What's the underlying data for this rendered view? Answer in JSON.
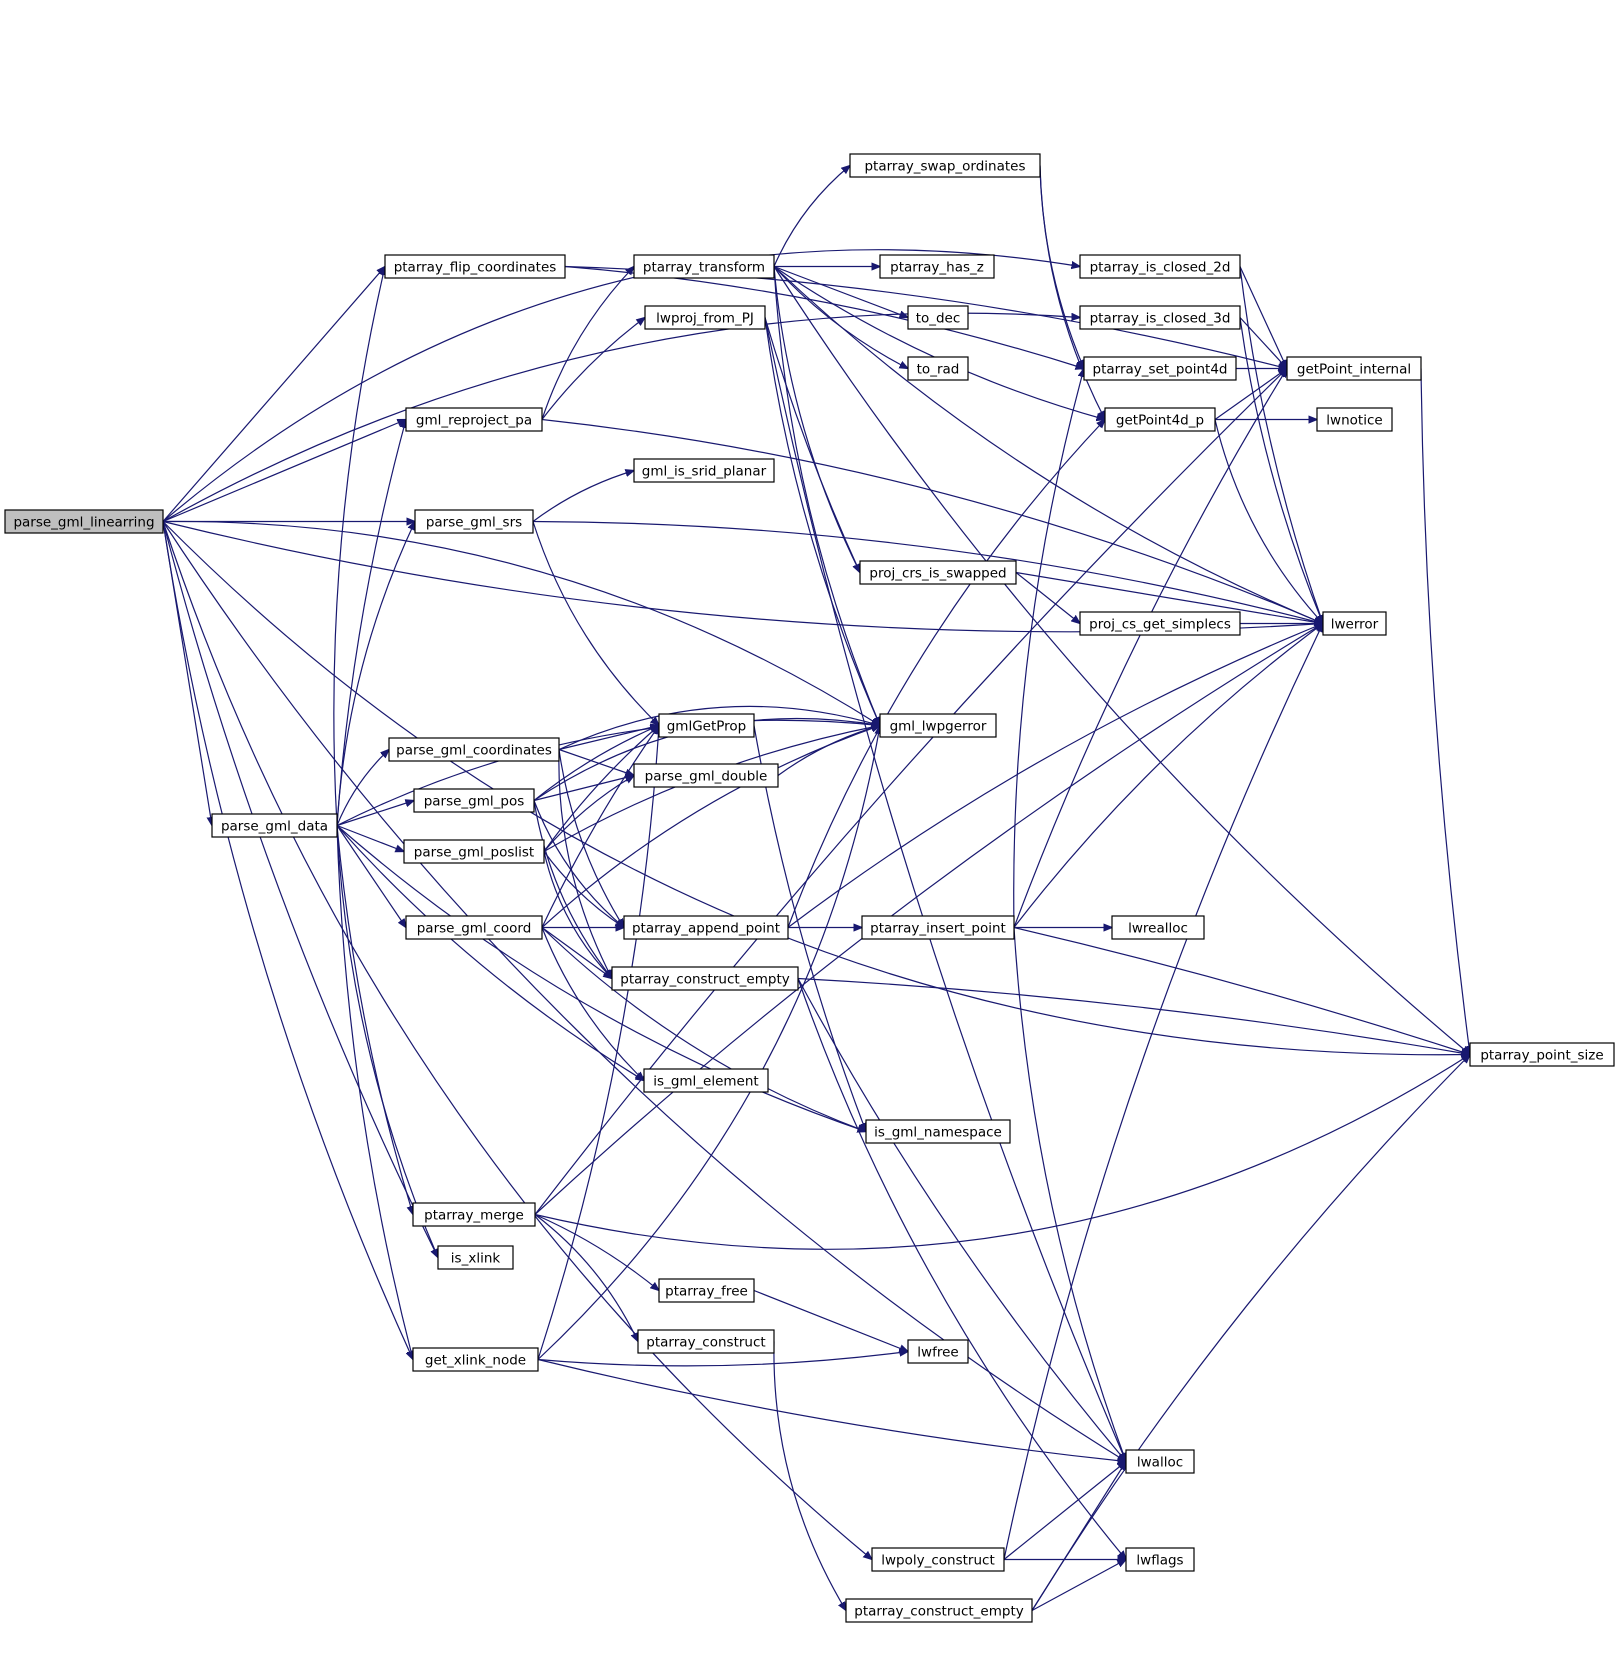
{
  "graph": {
    "root": "parse_gml_linearring",
    "edge_color": "#191970",
    "root_fill": "#bfbfbf",
    "nodes": [
      {
        "id": "n0",
        "label": "parse_gml_linearring"
      },
      {
        "id": "n1",
        "label": "ptarray_flip_coordinates"
      },
      {
        "id": "n2",
        "label": "gml_reproject_pa"
      },
      {
        "id": "n3",
        "label": "parse_gml_srs"
      },
      {
        "id": "n4",
        "label": "parse_gml_data"
      },
      {
        "id": "n5",
        "label": "is_xlink"
      },
      {
        "id": "n6",
        "label": "get_xlink_node"
      },
      {
        "id": "n7",
        "label": "ptarray_swap_ordinates"
      },
      {
        "id": "n8",
        "label": "ptarray_transform"
      },
      {
        "id": "n9",
        "label": "lwproj_from_PJ"
      },
      {
        "id": "n10",
        "label": "gml_is_srid_planar"
      },
      {
        "id": "n11",
        "label": "gmlGetProp"
      },
      {
        "id": "n12",
        "label": "parse_gml_double"
      },
      {
        "id": "n13",
        "label": "parse_gml_coordinates"
      },
      {
        "id": "n14",
        "label": "parse_gml_pos"
      },
      {
        "id": "n15",
        "label": "parse_gml_poslist"
      },
      {
        "id": "n16",
        "label": "parse_gml_coord"
      },
      {
        "id": "n17",
        "label": "ptarray_append_point"
      },
      {
        "id": "n18",
        "label": "ptarray_construct_empty"
      },
      {
        "id": "n19",
        "label": "is_gml_element"
      },
      {
        "id": "n20",
        "label": "ptarray_merge"
      },
      {
        "id": "n21",
        "label": "ptarray_free"
      },
      {
        "id": "n22",
        "label": "ptarray_construct"
      },
      {
        "id": "n23",
        "label": "ptarray_has_z"
      },
      {
        "id": "n24",
        "label": "to_dec"
      },
      {
        "id": "n25",
        "label": "to_rad"
      },
      {
        "id": "n26",
        "label": "proj_crs_is_swapped"
      },
      {
        "id": "n27",
        "label": "gml_lwpgerror"
      },
      {
        "id": "n28",
        "label": "ptarray_insert_point"
      },
      {
        "id": "n29",
        "label": "is_gml_namespace"
      },
      {
        "id": "n30",
        "label": "lwfree"
      },
      {
        "id": "n31",
        "label": "lwpoly_construct"
      },
      {
        "id": "n32",
        "label": "ptarray_construct_empty"
      },
      {
        "id": "n33",
        "label": "ptarray_is_closed_2d"
      },
      {
        "id": "n34",
        "label": "ptarray_is_closed_3d"
      },
      {
        "id": "n35",
        "label": "ptarray_set_point4d"
      },
      {
        "id": "n36",
        "label": "getPoint4d_p"
      },
      {
        "id": "n37",
        "label": "proj_cs_get_simplecs"
      },
      {
        "id": "n38",
        "label": "lwrealloc"
      },
      {
        "id": "n39",
        "label": "lwalloc"
      },
      {
        "id": "n40",
        "label": "lwflags"
      },
      {
        "id": "n41",
        "label": "getPoint_internal"
      },
      {
        "id": "n42",
        "label": "lwnotice"
      },
      {
        "id": "n43",
        "label": "lwerror"
      },
      {
        "id": "n44",
        "label": "ptarray_point_size"
      }
    ]
  }
}
